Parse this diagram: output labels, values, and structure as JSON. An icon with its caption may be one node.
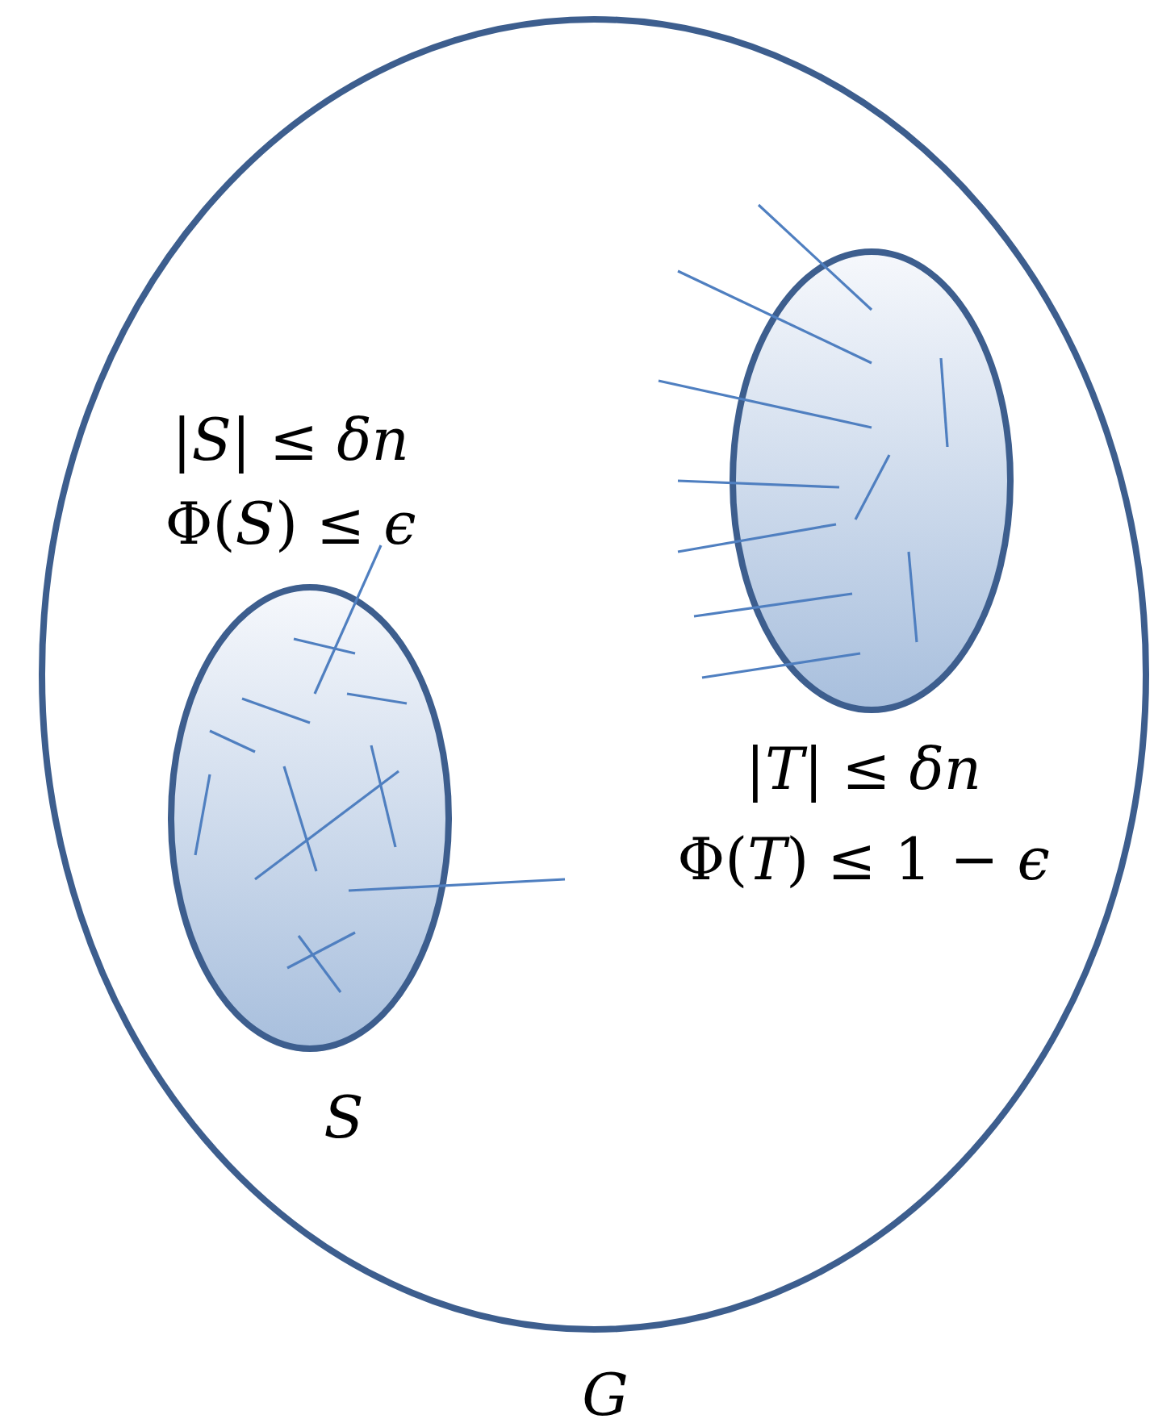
{
  "diagram": {
    "nodes": [
      {
        "text": [
          "*G*"
        ]
      },
      {
        "text": [
          "*S*"
        ],
        "in": 0,
        "beside": [
          "|*S*| ≤ *δn*",
          "Φ(*S*) ≤ *ϵ*"
        ]
      },
      {
        "text": [
          "|*T*| ≤ *δn*",
          "Φ(*T*) ≤ 1 − *ϵ*"
        ],
        "in": 0
      }
    ]
  }
}
